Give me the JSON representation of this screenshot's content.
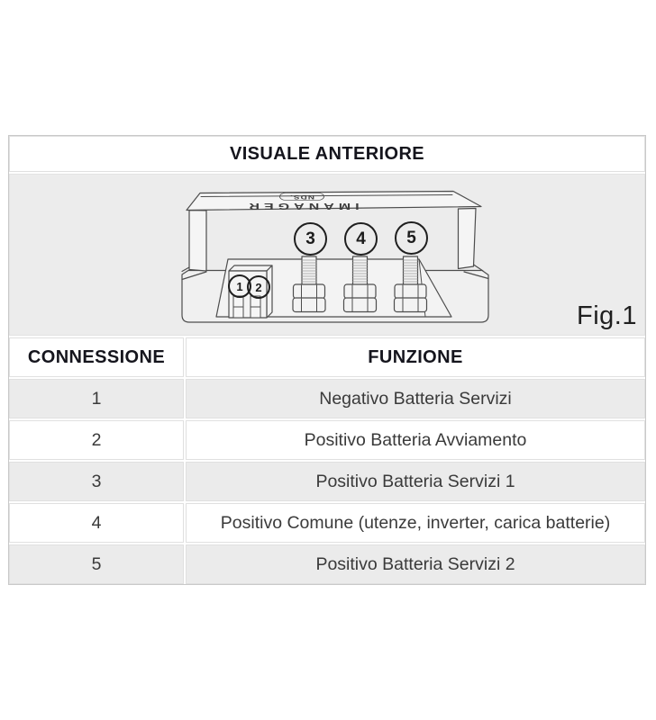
{
  "document": {
    "title_row": "VISUALE ANTERIORE",
    "figure": {
      "caption": "Fig.1",
      "device_brand": "NDS.",
      "device_model": "IMANAGER",
      "callouts": [
        {
          "label": "1"
        },
        {
          "label": "2"
        },
        {
          "label": "3"
        },
        {
          "label": "4"
        },
        {
          "label": "5"
        }
      ]
    },
    "columns": [
      {
        "label": "CONNESSIONE"
      },
      {
        "label": "FUNZIONE"
      }
    ],
    "rows": [
      {
        "connection": "1",
        "function": "Negativo Batteria Servizi"
      },
      {
        "connection": "2",
        "function": "Positivo Batteria Avviamento"
      },
      {
        "connection": "3",
        "function": "Positivo Batteria Servizi 1"
      },
      {
        "connection": "4",
        "function": "Positivo Comune (utenze, inverter, carica batterie)"
      },
      {
        "connection": "5",
        "function": "Positivo Batteria Servizi 2"
      }
    ],
    "colors": {
      "figure_bg": "#ececec",
      "row_alt_bg": "#ebebeb",
      "table_border": "#c9c9c9",
      "heading_text": "#15151d",
      "body_text": "#3a3a3a",
      "line_art": "#4d4d4d"
    }
  }
}
